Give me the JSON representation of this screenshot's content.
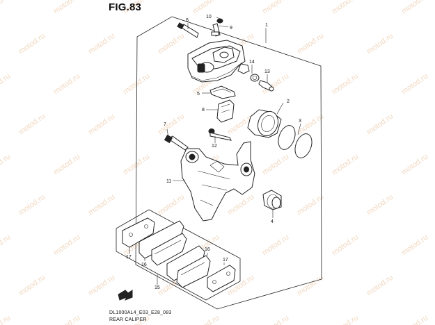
{
  "figure": {
    "title": "FIG.83",
    "code": "DL1000AL4_E03_E28_083",
    "name": "REAR CALIPER"
  },
  "watermark": {
    "text": "motod.ru",
    "color": "#e6b98e"
  },
  "callouts": [
    {
      "id": "c1",
      "label": "1"
    },
    {
      "id": "c2",
      "label": "2"
    },
    {
      "id": "c3",
      "label": "3"
    },
    {
      "id": "c4",
      "label": "4"
    },
    {
      "id": "c5",
      "label": "5"
    },
    {
      "id": "c6",
      "label": "6"
    },
    {
      "id": "c7",
      "label": "7"
    },
    {
      "id": "c8",
      "label": "8"
    },
    {
      "id": "c9",
      "label": "9"
    },
    {
      "id": "c10",
      "label": "10"
    },
    {
      "id": "c11",
      "label": "11"
    },
    {
      "id": "c12",
      "label": "12"
    },
    {
      "id": "c13",
      "label": "13"
    },
    {
      "id": "c14",
      "label": "14"
    },
    {
      "id": "c15",
      "label": "15"
    },
    {
      "id": "c16a",
      "label": "16"
    },
    {
      "id": "c16b",
      "label": "16"
    },
    {
      "id": "c17a",
      "label": "17"
    },
    {
      "id": "c17b",
      "label": "17"
    }
  ]
}
